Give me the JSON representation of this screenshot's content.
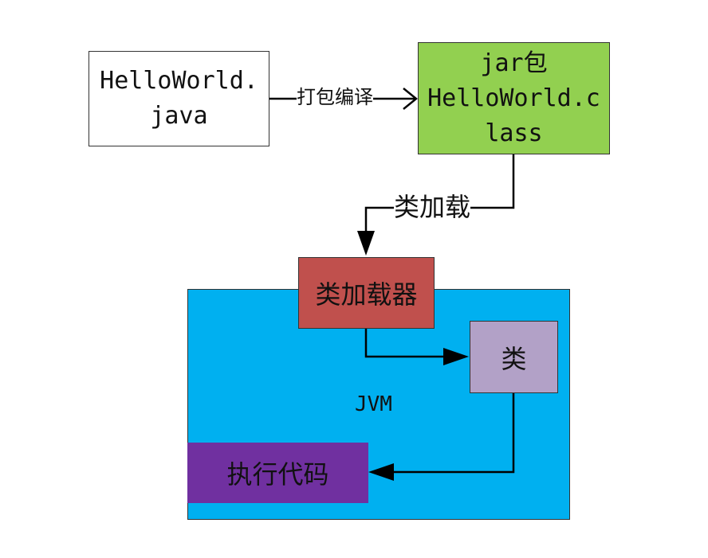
{
  "nodes": {
    "source": {
      "line1": "HelloWorld.",
      "line2": "java"
    },
    "jar": {
      "line1": "jar包",
      "line2": "HelloWorld.c",
      "line3": "lass",
      "fill": "#92d050"
    },
    "jvm": {
      "label": "JVM",
      "fill": "#00b0f0"
    },
    "class_loader": {
      "label": "类加载器",
      "fill": "#c0504d"
    },
    "class": {
      "label": "类",
      "fill": "#b2a1c7"
    },
    "execute": {
      "label": "执行代码",
      "fill": "#7030a0"
    }
  },
  "edges": {
    "compile": {
      "label": "打包编译"
    },
    "load": {
      "label": "类加载"
    }
  }
}
